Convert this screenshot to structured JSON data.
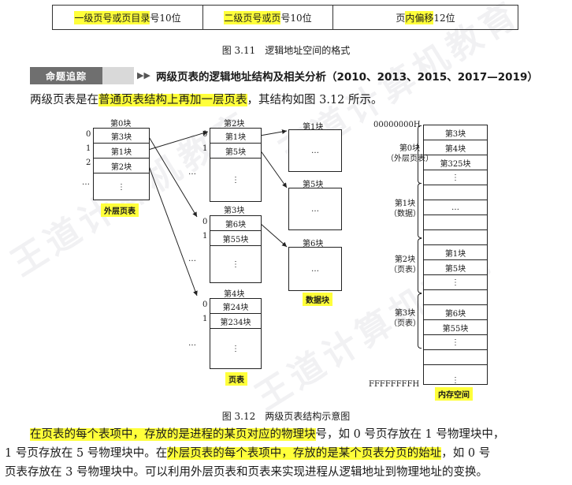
{
  "format_table": {
    "cell1_hl": "一级页号或页目录",
    "cell1_rest": "号10位",
    "cell2_hl": "二级页号或页",
    "cell2_rest": "号10位",
    "cell3_pre": "页",
    "cell3_hl": "内偏移",
    "cell3_rest": "12位"
  },
  "fig311_caption": "图 3.11　逻辑地址空间的格式",
  "topic": {
    "badge": "命题追踪",
    "text": "两级页表的逻辑地址结构及相关分析（2010、2013、2015、2017—2019）"
  },
  "intro": {
    "pre": "两级页表是在",
    "hl": "普通页表结构上再加一层页表",
    "post": "，其结构如图 3.12 所示。"
  },
  "diagram": {
    "outer": {
      "title": "第0块",
      "rows": [
        "第3块",
        "第1块",
        "第2块"
      ],
      "indices": [
        "0",
        "1",
        "2"
      ],
      "ellipsis": "…",
      "vdots": "⋮",
      "label": "外层页表"
    },
    "pt2": {
      "title": "第2块",
      "rows": [
        "第1块",
        "第5块"
      ],
      "indices": [
        "0",
        "1"
      ]
    },
    "pt3": {
      "title": "第3块",
      "rows": [
        "第6块",
        "第55块"
      ],
      "indices": [
        "0",
        "1"
      ]
    },
    "pt4": {
      "title": "第4块",
      "rows": [
        "第24块",
        "第234块"
      ],
      "indices": [
        "0",
        "1"
      ]
    },
    "pt_label": "页表",
    "data_blocks": [
      "第1块",
      "第5块",
      "第6块"
    ],
    "data_label": "数据块",
    "memory": {
      "start": "00000000H",
      "end": "FFFFFFFFH",
      "label": "内存空间",
      "group0": {
        "name": "第0块",
        "sub": "（外层页表）",
        "rows": [
          "第3块",
          "第4块",
          "第325块"
        ]
      },
      "group1": {
        "name": "第1块",
        "sub": "（数据）"
      },
      "group2": {
        "name": "第2块",
        "sub": "（页表）",
        "rows": [
          "第1块",
          "第5块"
        ]
      },
      "group3": {
        "name": "第3块",
        "sub": "（页表）",
        "rows": [
          "第6块",
          "第55块"
        ]
      }
    }
  },
  "fig312_caption": "图 3.12　两级页表结构示意图",
  "body": {
    "l1_hl": "在页表的每个表项中，存放的是进程的某页对应的物理块",
    "l1_rest": "号，如 0 号页存放在 1 号物理块中，",
    "l2_pre": "1 号页存放在 5 号物理块中。在",
    "l2_hl": "外层页表的每个表项中，存放的是某个页表分页的始址",
    "l2_rest": "，如 0 号",
    "l3": "页表存放在 3 号物理块中。可以利用外层页表和页表来实现进程从逻辑地址到物理地址的变换。"
  },
  "watermark": "王道计算机教育"
}
